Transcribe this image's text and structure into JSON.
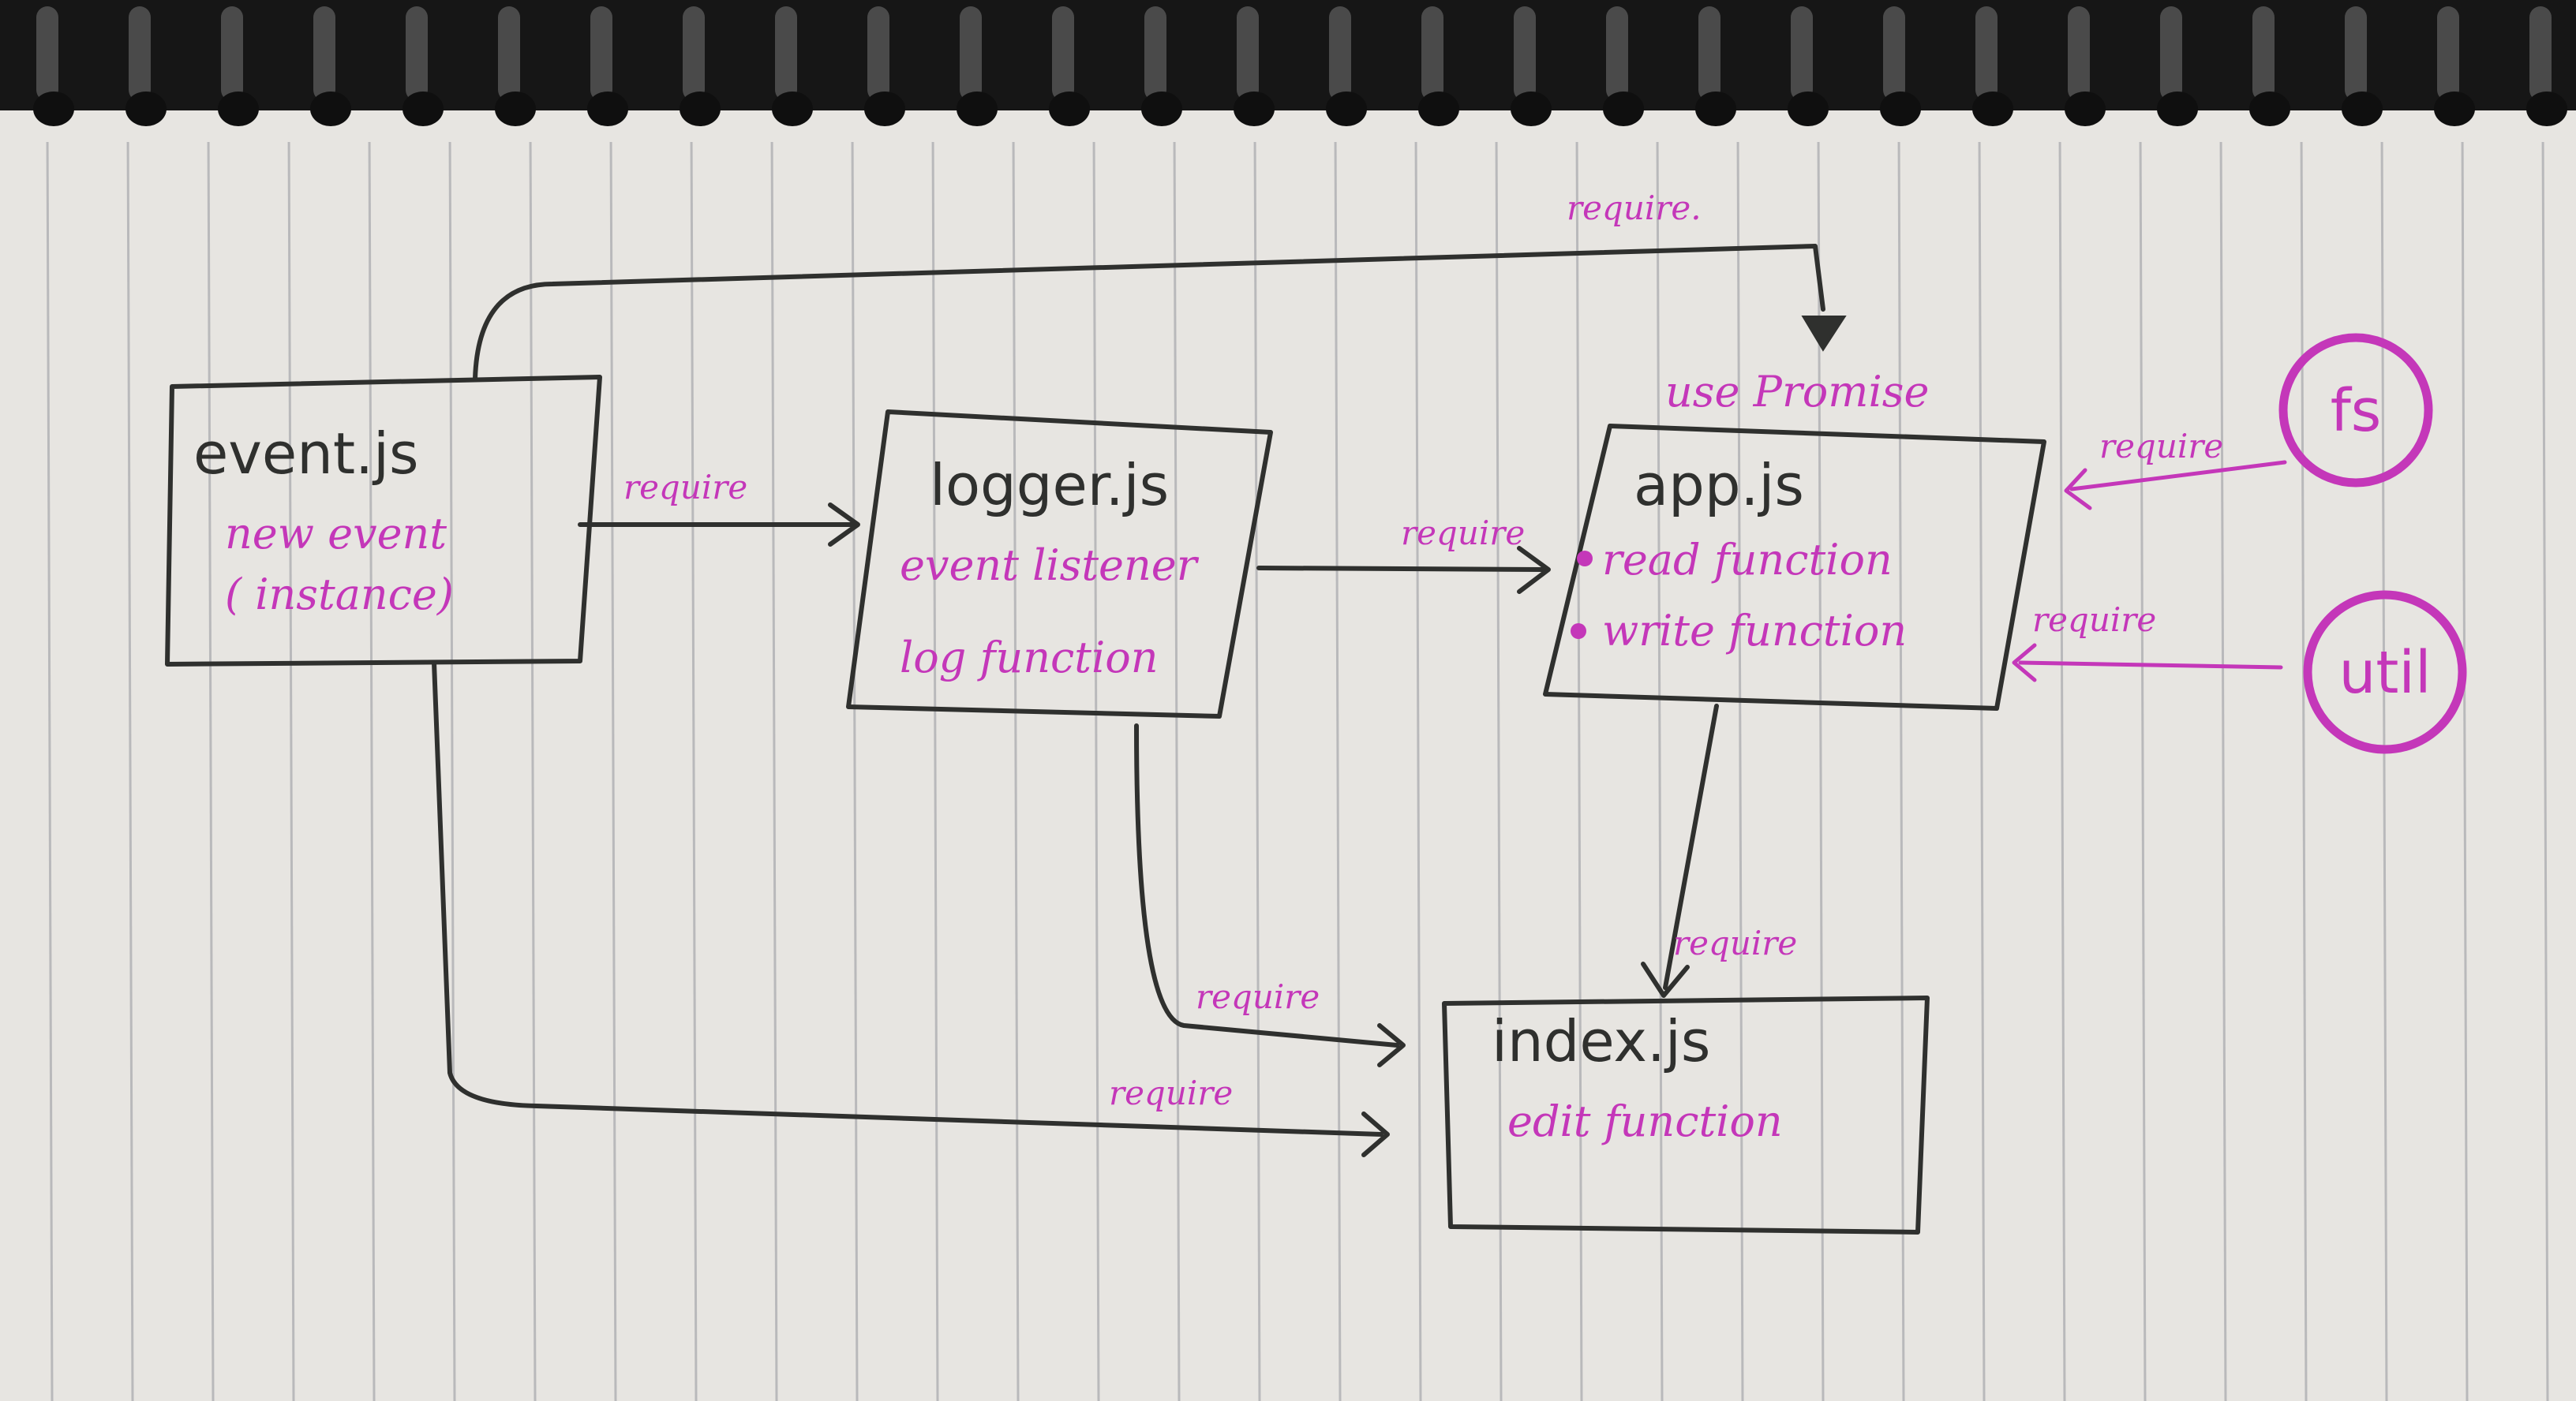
{
  "colors": {
    "paper": "#e7e5e1",
    "ink_dark": "#2f302e",
    "ink_magenta": "#c437b9",
    "ruling": "#b9b9bb"
  },
  "nodes": {
    "event": {
      "title": "event.js",
      "notes": [
        "new event",
        "( instance)"
      ]
    },
    "logger": {
      "title": "logger.js",
      "notes": [
        "event listener",
        "log function"
      ]
    },
    "app": {
      "title": "app.js",
      "header_note": "use Promise",
      "notes": [
        "read function",
        "write function"
      ]
    },
    "index": {
      "title": "index.js",
      "notes": [
        "edit function"
      ]
    },
    "fs": {
      "title": "fs"
    },
    "util": {
      "title": "util"
    }
  },
  "edges": {
    "event_to_app": "require.",
    "event_to_logger": "require",
    "logger_to_app": "require",
    "fs_to_app": "require",
    "util_to_app": "require",
    "app_to_index": "require",
    "logger_to_index": "require",
    "event_to_index": "require"
  }
}
